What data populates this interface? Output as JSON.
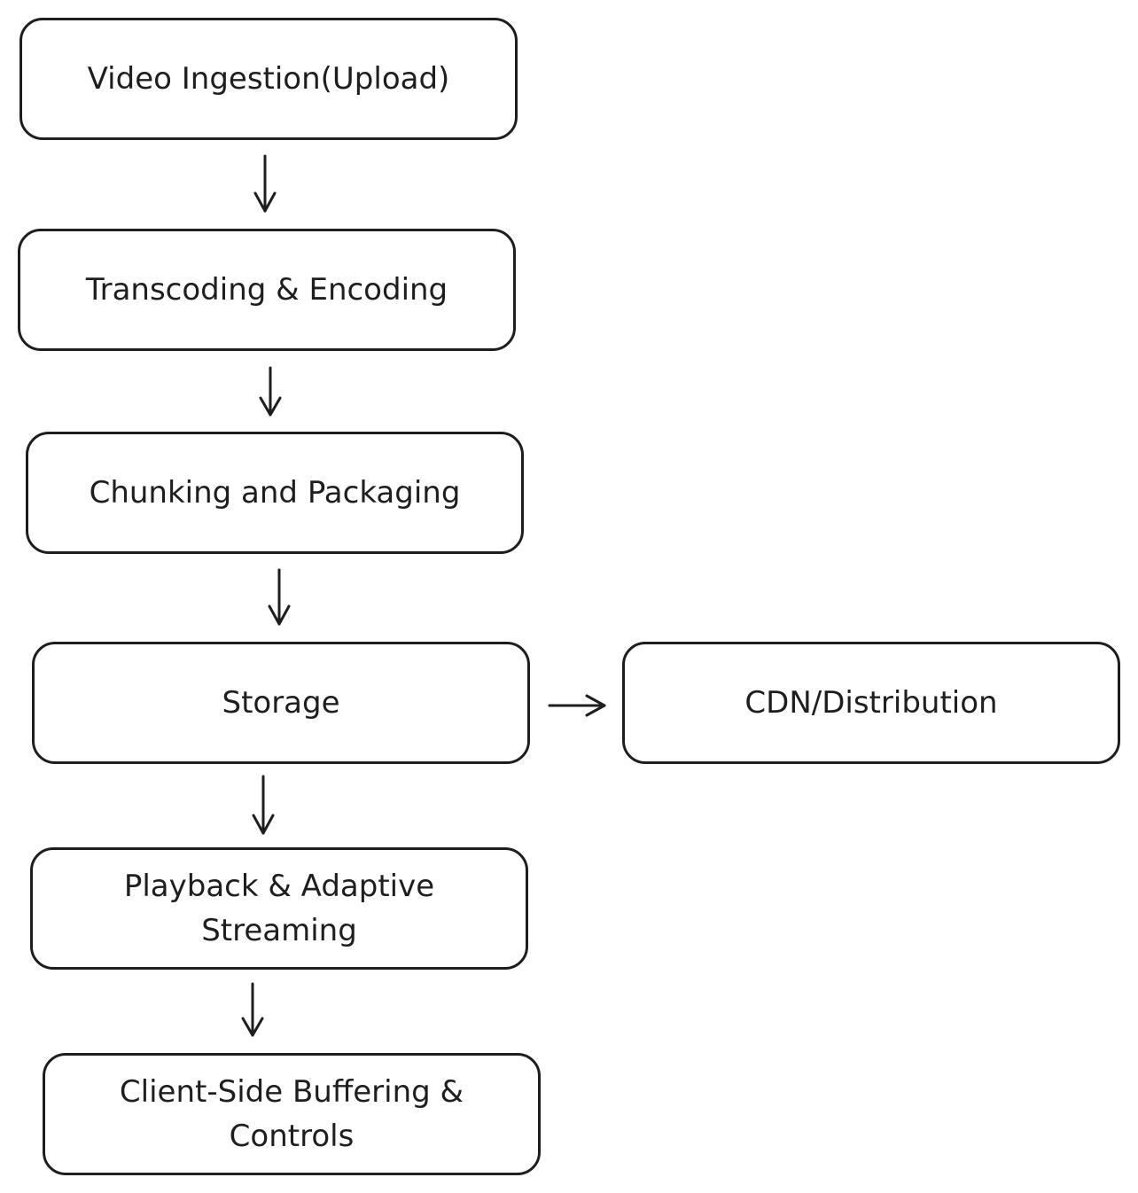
{
  "nodes": {
    "video_ingestion": "Video Ingestion(Upload)",
    "transcoding": "Transcoding & Encoding",
    "chunking": "Chunking and Packaging",
    "storage": "Storage",
    "cdn": "CDN/Distribution",
    "playback": "Playback & Adaptive\nStreaming",
    "client": "Client-Side Buffering &\nControls"
  },
  "edges": [
    {
      "from": "video_ingestion",
      "to": "transcoding"
    },
    {
      "from": "transcoding",
      "to": "chunking"
    },
    {
      "from": "chunking",
      "to": "storage"
    },
    {
      "from": "storage",
      "to": "cdn"
    },
    {
      "from": "storage",
      "to": "playback"
    },
    {
      "from": "playback",
      "to": "client"
    }
  ],
  "colors": {
    "stroke": "#1e1e1e",
    "background": "#ffffff"
  }
}
